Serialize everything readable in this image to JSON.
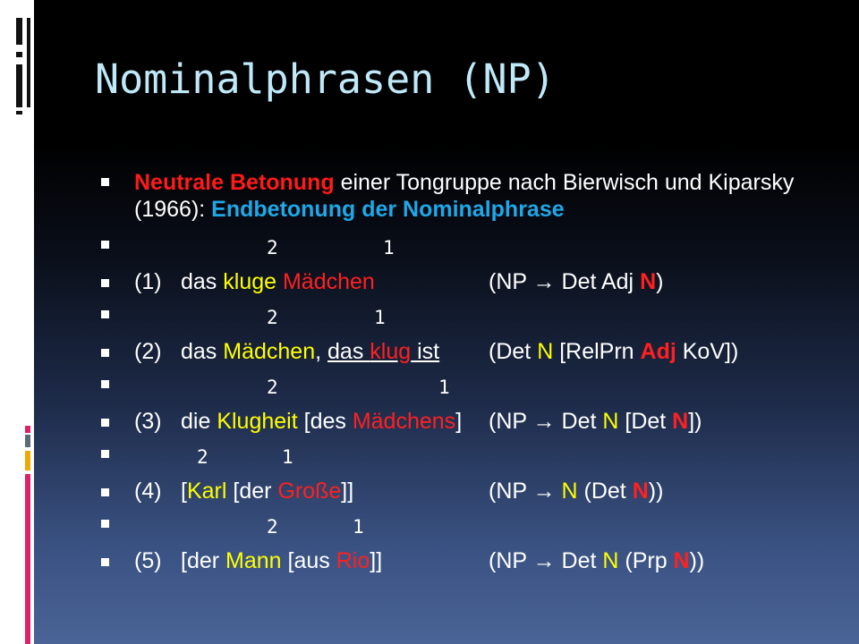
{
  "title": "Nominalphrasen (NP)",
  "intro": {
    "term": "Neutrale Betonung",
    "text": " einer Tongruppe nach Bierwisch und Kiparsky (1966): ",
    "highlight": "Endbetonung der Nominalphrase"
  },
  "stress_rows": [
    {
      "a": "2",
      "b": "1"
    },
    {
      "a": "2",
      "b": "1"
    },
    {
      "a": "2",
      "b": "1"
    },
    {
      "a": "2",
      "b": "1"
    },
    {
      "a": "2",
      "b": "1"
    }
  ],
  "ex1": {
    "num": "(1)",
    "w1": "das ",
    "w2": "kluge",
    "w3": " ",
    "w4": "Mädchen",
    "r1": "(NP ",
    "r2": " Det Adj ",
    "r3": "N",
    "r4": ")"
  },
  "ex2": {
    "num": "(2)",
    "w1": "das ",
    "w2": "Mädchen",
    "w3": ", ",
    "w4": "das ",
    "w5": "klug",
    "w6": " ist",
    "r1": "(Det ",
    "r2": "N",
    "r3": " [RelPrn ",
    "r4": "Adj",
    "r5": " KoV])"
  },
  "ex3": {
    "num": "(3)",
    "w1": "die ",
    "w2": "Klugheit",
    "w3": " [des ",
    "w4": "Mädchens",
    "w5": "]",
    "r1": "(NP ",
    "r2": " Det ",
    "r3": "N",
    "r4": " [Det ",
    "r5": "N",
    "r6": "])"
  },
  "ex4": {
    "num": "(4)",
    "w1": "[",
    "w2": "Karl",
    "w3": " [der ",
    "w4": "Große",
    "w5": "]]",
    "r1": "(NP ",
    "r2": " ",
    "r3": "N",
    "r4": " (Det ",
    "r5": "N",
    "r6": "))"
  },
  "ex5": {
    "num": "(5)",
    "w1": "[der ",
    "w2": "Mann",
    "w3": " [aus ",
    "w4": "Rio",
    "w5": "]]",
    "r1": "(NP ",
    "r2": " Det ",
    "r3": "N",
    "r4": " (Prp ",
    "r5": "N",
    "r6": "))"
  },
  "arrow": "→",
  "colors": {
    "red": "#ff2020",
    "yellow": "#ffff00",
    "cyan": "#1ea8e8",
    "title": "#bfe9f8"
  }
}
